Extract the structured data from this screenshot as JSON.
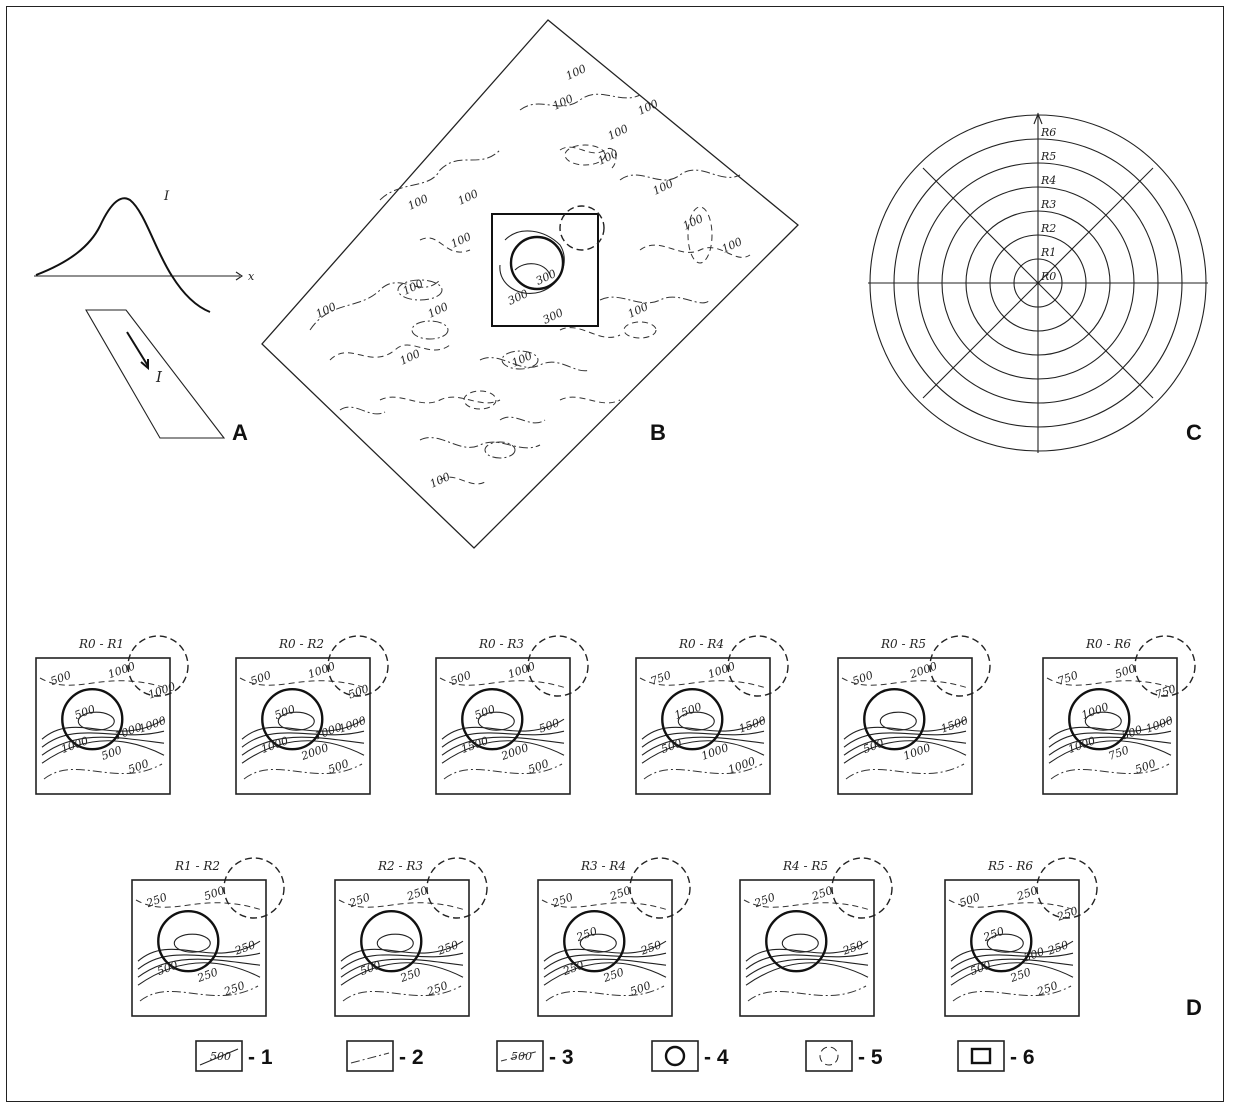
{
  "panels": {
    "A": {
      "label": "A",
      "axis_x": "x",
      "curve_label": "I",
      "vector_label": "I"
    },
    "B": {
      "label": "B",
      "contour_labels": [
        "100",
        "100",
        "100",
        "100",
        "100",
        "100",
        "100",
        "100",
        "100",
        "100",
        "100",
        "100",
        "100",
        "100",
        "100",
        "100",
        "100",
        "300",
        "300",
        "300",
        "100"
      ]
    },
    "C": {
      "label": "C",
      "radii": [
        "R6",
        "R5",
        "R4",
        "R3",
        "R2",
        "R1",
        "R0"
      ]
    },
    "D": {
      "label": "D"
    }
  },
  "maps_row1": [
    {
      "title": "R0 - R1",
      "labels": [
        "500",
        "1000",
        "1000",
        "500",
        "1000",
        "500",
        "500",
        "1000",
        "1000"
      ]
    },
    {
      "title": "R0 - R2",
      "labels": [
        "500",
        "1000",
        "1000",
        "2000",
        "1000",
        "500",
        "500",
        "500",
        "1000"
      ]
    },
    {
      "title": "R0 - R3",
      "labels": [
        "500",
        "1000",
        "500",
        "2000",
        "1500",
        "500",
        "500"
      ]
    },
    {
      "title": "R0 - R4",
      "labels": [
        "750",
        "1000",
        "1500",
        "1000",
        "500",
        "1000",
        "1500"
      ]
    },
    {
      "title": "R0 - R5",
      "labels": [
        "500",
        "2000",
        "1500",
        "1000",
        "500"
      ]
    },
    {
      "title": "R0 - R6",
      "labels": [
        "750",
        "500",
        "1000",
        "750",
        "1000",
        "500",
        "1000",
        "750",
        "500"
      ]
    }
  ],
  "maps_row2": [
    {
      "title": "R1 - R2",
      "labels": [
        "250",
        "500",
        "250",
        "250",
        "500",
        "250"
      ]
    },
    {
      "title": "R2 - R3",
      "labels": [
        "250",
        "250",
        "250",
        "250",
        "500",
        "250"
      ]
    },
    {
      "title": "R3 - R4",
      "labels": [
        "250",
        "250",
        "250",
        "250",
        "250",
        "500",
        "250"
      ]
    },
    {
      "title": "R4 - R5",
      "labels": [
        "250",
        "250",
        "250"
      ]
    },
    {
      "title": "R5 - R6",
      "labels": [
        "500",
        "250",
        "250",
        "250",
        "500",
        "250",
        "250",
        "250",
        "500"
      ]
    }
  ],
  "legend": [
    {
      "sample": "500",
      "number": "- 1"
    },
    {
      "sample": "",
      "number": "- 2"
    },
    {
      "sample": "500",
      "number": "- 3"
    },
    {
      "sample": "",
      "number": "- 4"
    },
    {
      "sample": "",
      "number": "- 5"
    },
    {
      "sample": "",
      "number": "- 6"
    }
  ]
}
